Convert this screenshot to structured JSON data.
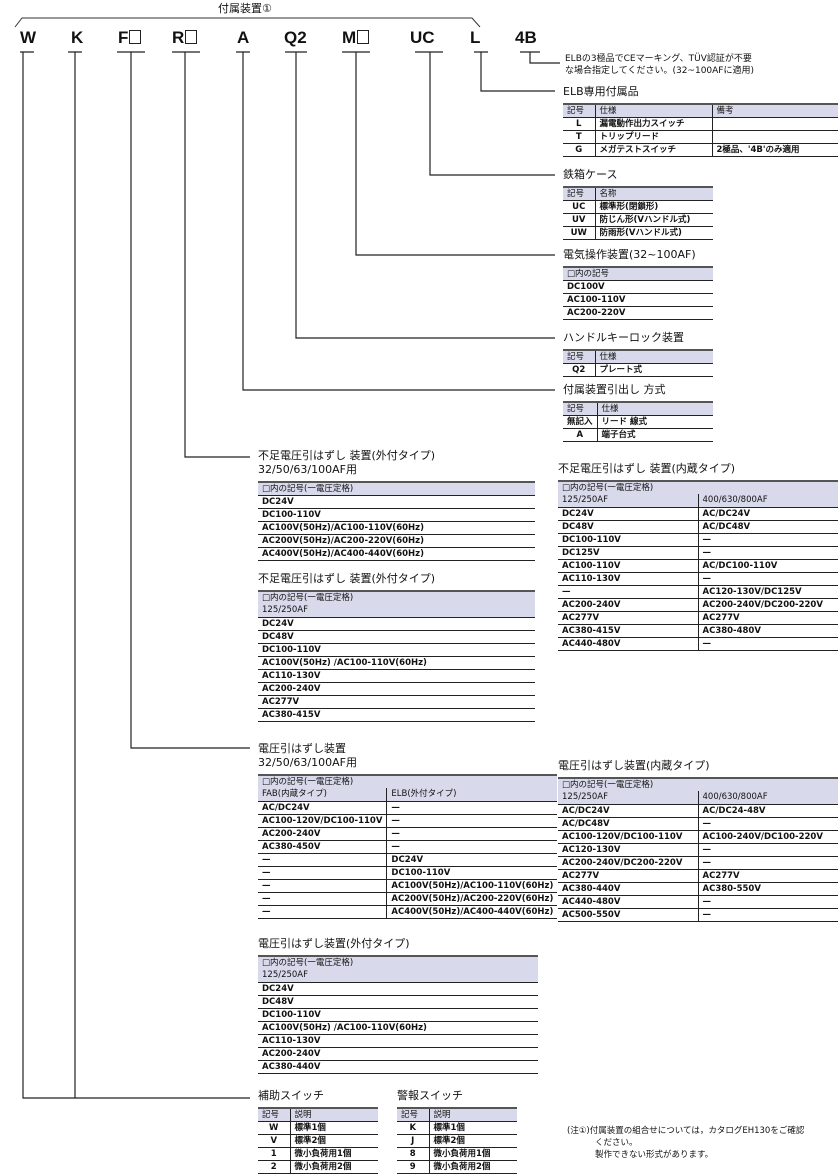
{
  "bracket_label": "付属装置①",
  "codes": [
    "W",
    "K",
    "F",
    "R",
    "A",
    "Q2",
    "M",
    "UC",
    "L",
    "4B"
  ],
  "note_4b": [
    "ELBの3極品でCEマーキング、TÜV認証が不要",
    "な場合指定してください。(32~100AFに適用)"
  ],
  "sections": {
    "elb": {
      "title": "ELB専用付属品",
      "head": [
        [
          "記号",
          "仕様",
          "備考"
        ]
      ],
      "rows": [
        [
          "L",
          "漏電動作出力スイッチ",
          ""
        ],
        [
          "T",
          "トリップリード",
          ""
        ],
        [
          "G",
          "メガテストスイッチ",
          "2極品、'4B'のみ適用"
        ]
      ]
    },
    "case": {
      "title": "鉄箱ケース",
      "head": [
        [
          "記号",
          "名称"
        ]
      ],
      "rows": [
        [
          "UC",
          "標準形(閉鎖形)"
        ],
        [
          "UV",
          "防じん形(Vハンドル式)"
        ],
        [
          "UW",
          "防雨形(Vハンドル式)"
        ]
      ]
    },
    "motor": {
      "title": "電気操作装置(32~100AF)",
      "head": [
        [
          "□内の記号"
        ]
      ],
      "rows": [
        [
          "DC100V"
        ],
        [
          "AC100-110V"
        ],
        [
          "AC200-220V"
        ]
      ]
    },
    "lock": {
      "title": "ハンドルキーロック装置",
      "head": [
        [
          "記号",
          "仕様"
        ]
      ],
      "rows": [
        [
          "Q2",
          "プレート式"
        ]
      ]
    },
    "lead": {
      "title": "付属装置引出し 方式",
      "head": [
        [
          "記号",
          "仕様"
        ]
      ],
      "rows": [
        [
          "無記入",
          "リード 線式"
        ],
        [
          "A",
          "端子台式"
        ]
      ]
    },
    "uvt_ext_small": {
      "title": "不足電圧引はずし 装置(外付タイプ)",
      "subtitle": "32/50/63/100AF用",
      "head": [
        [
          "□内の記号(一電圧定格)"
        ]
      ],
      "rows": [
        [
          "DC24V"
        ],
        [
          "DC100-110V"
        ],
        [
          "AC100V(50Hz)/AC100-110V(60Hz)"
        ],
        [
          "AC200V(50Hz)/AC200-220V(60Hz)"
        ],
        [
          "AC400V(50Hz)/AC400-440V(60Hz)"
        ]
      ]
    },
    "uvt_ext_large": {
      "title": "不足電圧引はずし 装置(外付タイプ)",
      "head": [
        [
          "□内の記号(一電圧定格)"
        ],
        [
          "125/250AF"
        ]
      ],
      "rows": [
        [
          "DC24V"
        ],
        [
          "DC48V"
        ],
        [
          "DC100-110V"
        ],
        [
          "AC100V(50Hz) /AC100-110V(60Hz)"
        ],
        [
          "AC110-130V"
        ],
        [
          "AC200-240V"
        ],
        [
          "AC277V"
        ],
        [
          "AC380-415V"
        ]
      ]
    },
    "uvt_int": {
      "title": "不足電圧引はずし 装置(内蔵タイプ)",
      "head": [
        [
          "□内の記号(一電圧定格)"
        ],
        [
          "125/250AF",
          "400/630/800AF"
        ]
      ],
      "rows": [
        [
          "DC24V",
          "AC/DC24V"
        ],
        [
          "DC48V",
          "AC/DC48V"
        ],
        [
          "DC100-110V",
          "—"
        ],
        [
          "DC125V",
          "—"
        ],
        [
          "AC100-110V",
          "AC/DC100-110V"
        ],
        [
          "AC110-130V",
          "—"
        ],
        [
          "—",
          "AC120-130V/DC125V"
        ],
        [
          "AC200-240V",
          "AC200-240V/DC200-220V"
        ],
        [
          "AC277V",
          "AC277V"
        ],
        [
          "AC380-415V",
          "AC380-480V"
        ],
        [
          "AC440-480V",
          "—"
        ]
      ]
    },
    "shunt_small": {
      "title": "電圧引はずし装置",
      "subtitle": "32/50/63/100AF用",
      "head": [
        [
          "□内の記号(一電圧定格)"
        ],
        [
          "FAB(内蔵タイプ)",
          "ELB(外付タイプ)"
        ]
      ],
      "rows": [
        [
          "AC/DC24V",
          "—"
        ],
        [
          "AC100-120V/DC100-110V",
          "—"
        ],
        [
          "AC200-240V",
          "—"
        ],
        [
          "AC380-450V",
          "—"
        ],
        [
          "—",
          "DC24V"
        ],
        [
          "—",
          "DC100-110V"
        ],
        [
          "—",
          "AC100V(50Hz)/AC100-110V(60Hz)"
        ],
        [
          "—",
          "AC200V(50Hz)/AC200-220V(60Hz)"
        ],
        [
          "—",
          "AC400V(50Hz)/AC400-440V(60Hz)"
        ]
      ]
    },
    "shunt_int": {
      "title": "電圧引はずし装置(内蔵タイプ)",
      "head": [
        [
          "□内の記号(一電圧定格)"
        ],
        [
          "125/250AF",
          "400/630/800AF"
        ]
      ],
      "rows": [
        [
          "AC/DC24V",
          "AC/DC24-48V"
        ],
        [
          "AC/DC48V",
          "—"
        ],
        [
          "AC100-120V/DC100-110V",
          "AC100-240V/DC100-220V"
        ],
        [
          "AC120-130V",
          "—"
        ],
        [
          "AC200-240V/DC200-220V",
          "—"
        ],
        [
          "AC277V",
          "AC277V"
        ],
        [
          "AC380-440V",
          "AC380-550V"
        ],
        [
          "AC440-480V",
          "—"
        ],
        [
          "AC500-550V",
          "—"
        ]
      ]
    },
    "shunt_ext": {
      "title": "電圧引はずし装置(外付タイプ)",
      "head": [
        [
          "□内の記号(一電圧定格)"
        ],
        [
          "125/250AF"
        ]
      ],
      "rows": [
        [
          "DC24V"
        ],
        [
          "DC48V"
        ],
        [
          "DC100-110V"
        ],
        [
          "AC100V(50Hz) /AC100-110V(60Hz)"
        ],
        [
          "AC110-130V"
        ],
        [
          "AC200-240V"
        ],
        [
          "AC380-440V"
        ]
      ]
    },
    "aux": {
      "title": "補助スイッチ",
      "head": [
        [
          "記号",
          "説明"
        ]
      ],
      "rows": [
        [
          "W",
          "標準1個"
        ],
        [
          "V",
          "標準2個"
        ],
        [
          "1",
          "微小負荷用1個"
        ],
        [
          "2",
          "微小負荷用2個"
        ]
      ]
    },
    "alarm": {
      "title": "警報スイッチ",
      "head": [
        [
          "記号",
          "説明"
        ]
      ],
      "rows": [
        [
          "K",
          "標準1個"
        ],
        [
          "J",
          "標準2個"
        ],
        [
          "8",
          "微小負荷用1個"
        ],
        [
          "9",
          "微小負荷用2個"
        ]
      ]
    }
  },
  "footnote": [
    "(注①)付属装置の組合せについては，カタログEH130をご確認",
    "ください。",
    "製作できない形式があります。"
  ]
}
